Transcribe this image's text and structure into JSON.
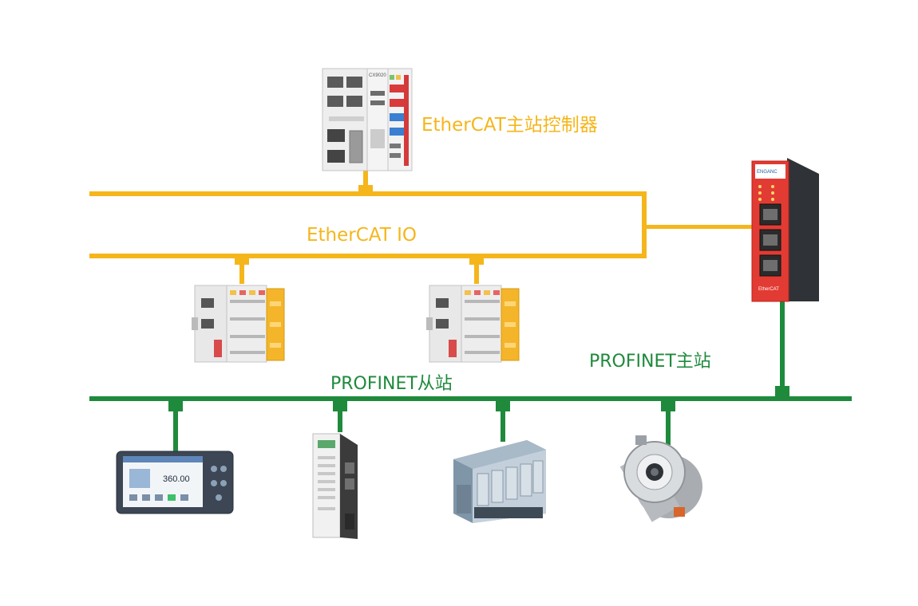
{
  "labels": {
    "master_controller": "EtherCAT主站控制器",
    "ethercat_io": "EtherCAT  IO",
    "profinet_master": "PROFINET主站",
    "profinet_slave": "PROFINET从站"
  },
  "device_text": {
    "controller_model": "CX9020",
    "gateway_brand": "ENGANC",
    "gateway_bottom": "EtherCAT",
    "hmi_reading": "360.00"
  },
  "colors": {
    "ethercat_bus": "#f5b61c",
    "profinet_bus": "#1f8a3c",
    "gateway_body": "#e23b33"
  },
  "icons": [
    "ethercat-master-controller",
    "ethercat-io-module",
    "profinet-gateway",
    "hmi-panel",
    "servo-drive",
    "remote-io-rack",
    "rotary-encoder"
  ]
}
